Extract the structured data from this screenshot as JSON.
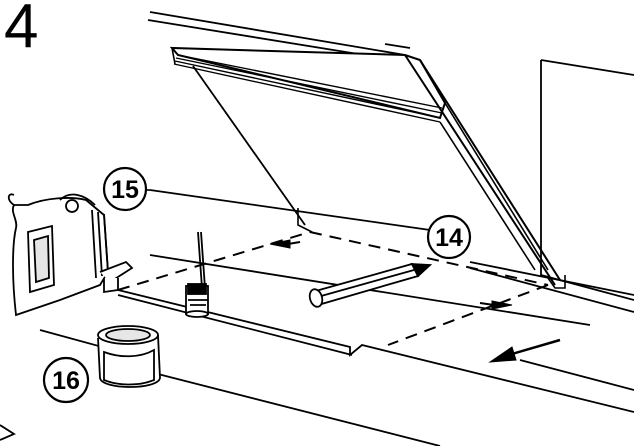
{
  "step": {
    "number": "4"
  },
  "callouts": [
    {
      "id": "c15",
      "label": "15"
    },
    {
      "id": "c14",
      "label": "14"
    },
    {
      "id": "c16",
      "label": "16"
    }
  ],
  "colors": {
    "ink": "#000000",
    "paper": "#ffffff",
    "shade": "#e6e6e6"
  }
}
